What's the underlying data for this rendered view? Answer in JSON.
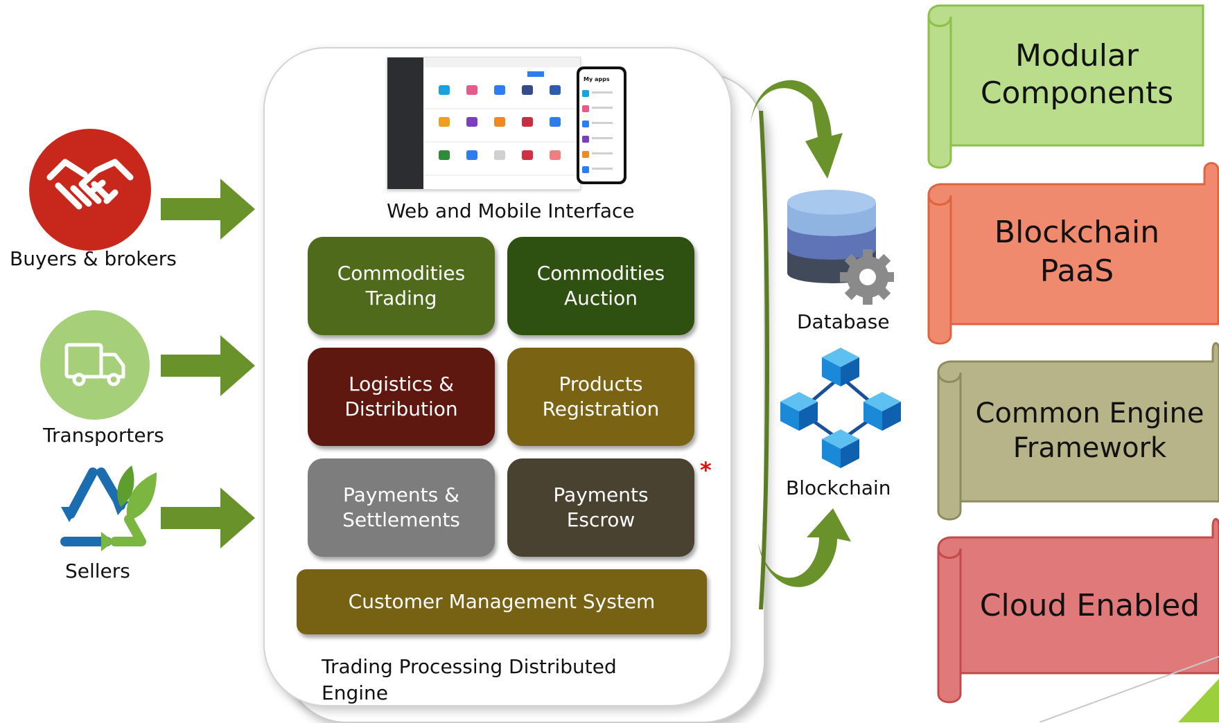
{
  "actors": [
    {
      "label": "Buyers & brokers",
      "icon": "handshake-icon"
    },
    {
      "label": "Transporters",
      "icon": "truck-icon"
    },
    {
      "label": "Sellers",
      "icon": "recycle-leaf-icon"
    }
  ],
  "engine": {
    "interface_label": "Web and Mobile Interface",
    "phone_title": "My apps",
    "footer_label": "Trading Processing Distributed\nEngine",
    "modules": [
      {
        "label": "Commodities\nTrading",
        "color": "#4e6a1a"
      },
      {
        "label": "Commodities\nAuction",
        "color": "#2e5010"
      },
      {
        "label": "Logistics &\nDistribution",
        "color": "#5e1810"
      },
      {
        "label": "Products\nRegistration",
        "color": "#7a6414"
      },
      {
        "label": "Payments &\nSettlements",
        "color": "#7d7d7d"
      },
      {
        "label": "Payments\nEscrow",
        "color": "#4a4230"
      }
    ],
    "asterisk": "*",
    "cms_label": "Customer Management System",
    "cms_color": "#776214"
  },
  "storage": {
    "database_label": "Database",
    "blockchain_label": "Blockchain"
  },
  "features": [
    {
      "label": "Modular\nComponents",
      "color": "#b9dd8a",
      "edge": "#8cc04a"
    },
    {
      "label": "Blockchain\nPaaS",
      "color": "#f08a6e",
      "edge": "#e0633f"
    },
    {
      "label": "Common Engine\nFramework",
      "color": "#b8b48a",
      "edge": "#8f8b60"
    },
    {
      "label": "Cloud Enabled",
      "color": "#e07a7a",
      "edge": "#c44a4a"
    }
  ],
  "colors": {
    "arrow_green": "#69922a",
    "buyers_circle": "#c8271c",
    "transport_circle": "#a6cf7a",
    "seller_blue": "#1c6db0",
    "seller_green": "#7ab640"
  }
}
